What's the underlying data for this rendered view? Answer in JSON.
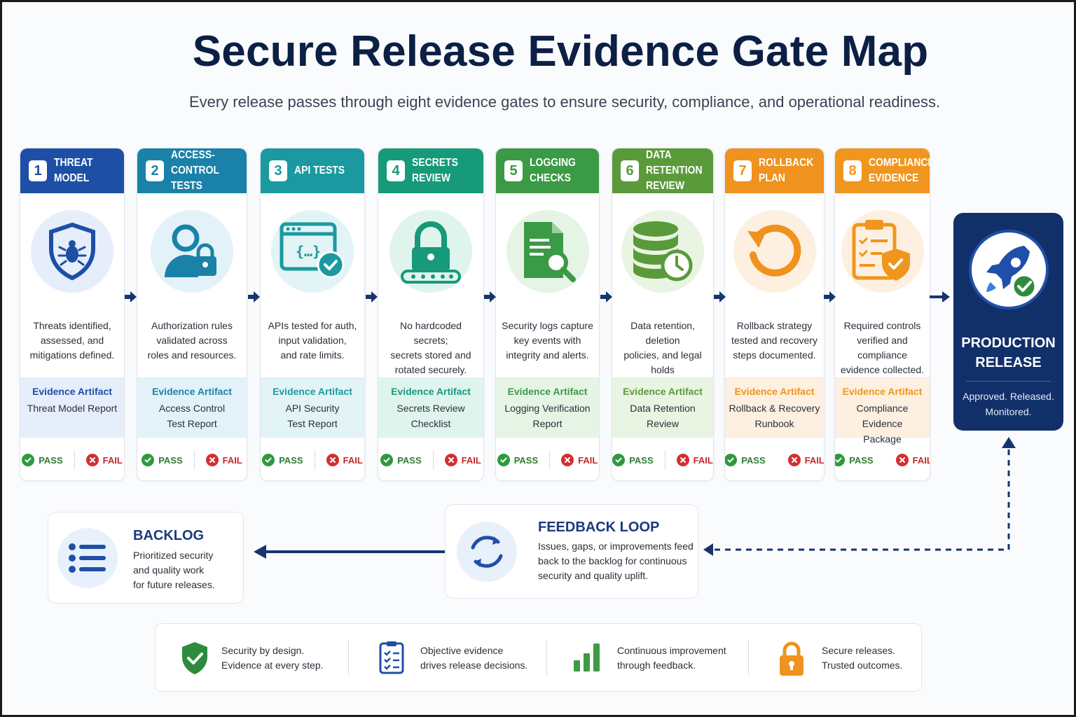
{
  "title": "Secure Release Evidence Gate Map",
  "subtitle": "Every release passes through eight evidence gates to ensure security, compliance, and operational readiness.",
  "gates": [
    {
      "num": "1",
      "title": "THREAT MODEL",
      "icon": "shield-bug-icon",
      "color": "#1d4fa6",
      "tint": "#e6eefb",
      "description": "Threats identified,\nassessed, and\nmitigations defined.",
      "artifact_label": "Evidence Artifact",
      "artifact": "Threat Model Report"
    },
    {
      "num": "2",
      "title": "ACCESS-CONTROL\nTESTS",
      "icon": "user-lock-icon",
      "color": "#1a82a8",
      "tint": "#e3f2f8",
      "description": "Authorization rules\nvalidated across\nroles and resources.",
      "artifact_label": "Evidence Artifact",
      "artifact": "Access Control\nTest Report"
    },
    {
      "num": "3",
      "title": "API TESTS",
      "icon": "api-window-check-icon",
      "color": "#1a9aa0",
      "tint": "#e2f4f5",
      "description": "APIs tested for auth,\ninput validation,\nand rate limits.",
      "artifact_label": "Evidence Artifact",
      "artifact": "API Security\nTest Report"
    },
    {
      "num": "4",
      "title": "SECRETS REVIEW",
      "icon": "padlock-password-icon",
      "color": "#169a7a",
      "tint": "#e0f4ee",
      "description": "No hardcoded secrets;\nsecrets stored and\nrotated securely.",
      "artifact_label": "Evidence Artifact",
      "artifact": "Secrets Review\nChecklist"
    },
    {
      "num": "5",
      "title": "LOGGING CHECKS",
      "icon": "log-search-icon",
      "color": "#3b9a45",
      "tint": "#e6f4e6",
      "description": "Security logs capture\nkey events with\nintegrity and alerts.",
      "artifact_label": "Evidence Artifact",
      "artifact": "Logging Verification\nReport"
    },
    {
      "num": "6",
      "title": "DATA RETENTION\nREVIEW",
      "icon": "database-clock-icon",
      "color": "#5a9a3a",
      "tint": "#eaf4e3",
      "description": "Data retention, deletion\npolicies, and legal holds\nvalidated.",
      "artifact_label": "Evidence Artifact",
      "artifact": "Data Retention\nReview"
    },
    {
      "num": "7",
      "title": "ROLLBACK PLAN",
      "icon": "rollback-icon",
      "color": "#f0921e",
      "tint": "#fdf0e0",
      "description": "Rollback strategy\ntested and recovery\nsteps documented.",
      "artifact_label": "Evidence Artifact",
      "artifact": "Rollback & Recovery\nRunbook"
    },
    {
      "num": "8",
      "title": "COMPLIANCE\nEVIDENCE",
      "icon": "clipboard-shield-icon",
      "color": "#f0961e",
      "tint": "#fdf0e0",
      "description": "Required controls\nverified and compliance\nevidence collected.",
      "artifact_label": "Evidence Artifact",
      "artifact": "Compliance Evidence\nPackage"
    }
  ],
  "pass_label": "PASS",
  "fail_label": "FAIL",
  "production": {
    "title": "PRODUCTION\nRELEASE",
    "subtitle": "Approved. Released.\nMonitored.",
    "icon": "rocket-check-icon"
  },
  "backlog": {
    "title": "BACKLOG",
    "text": "Prioritized security\nand quality work\nfor future releases.",
    "icon": "list-icon"
  },
  "feedback": {
    "title": "FEEDBACK LOOP",
    "text": "Issues, gaps, or improvements feed\nback to the backlog for continuous\nsecurity and quality uplift.",
    "icon": "cycle-arrows-icon"
  },
  "principles": [
    {
      "icon": "shield-check-icon",
      "text": "Security by design.\nEvidence at every step."
    },
    {
      "icon": "checklist-icon",
      "text": "Objective evidence\ndrives release decisions."
    },
    {
      "icon": "bar-chart-icon",
      "text": "Continuous improvement\nthrough feedback."
    },
    {
      "icon": "padlock-icon",
      "text": "Secure releases.\nTrusted outcomes."
    }
  ]
}
